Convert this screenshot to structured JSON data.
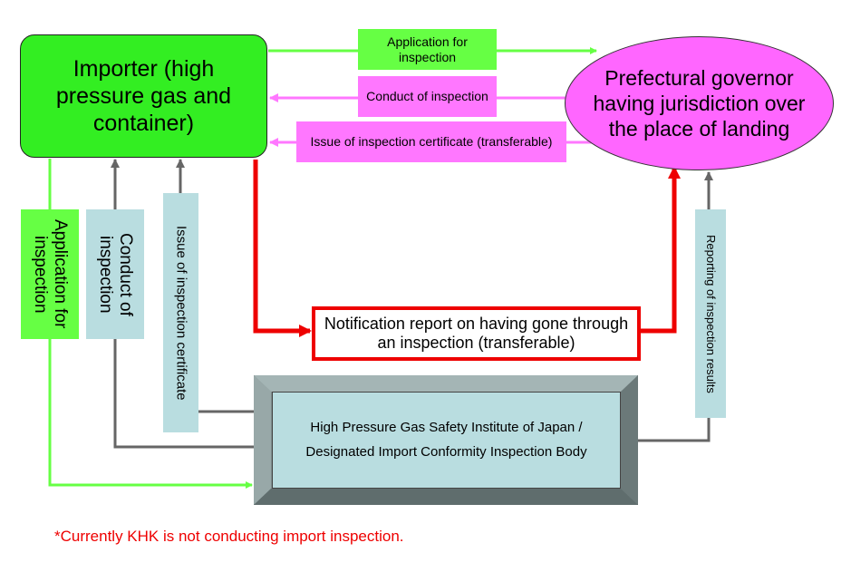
{
  "nodes": {
    "importer": "Importer (high pressure gas and container)",
    "governor": "Prefectural governor having jurisdiction over the place of landing",
    "notification": "Notification report on having gone through an inspection (transferable)",
    "institute_line1": "High Pressure Gas Safety Institute of Japan /",
    "institute_line2": "Designated Import Conformity Inspection Body"
  },
  "labels": {
    "application_top": "Application for inspection",
    "conduct_top": "Conduct of inspection",
    "issue_top": "Issue of inspection certificate (transferable)",
    "application_left": "Application for inspection",
    "conduct_left": "Conduct of inspection",
    "issue_left": "Issue of inspection certificate",
    "reporting": "Reporting of inspection results"
  },
  "footnote": "*Currently KHK is not conducting import inspection.",
  "colors": {
    "importer": "#33ee22",
    "governor": "#ff66ff",
    "green_arrow": "#66ff44",
    "pink_arrow": "#ff77ff",
    "grey_arrow": "#666666",
    "red_arrow": "#ee0000",
    "label_blue": "#b9dde0"
  }
}
